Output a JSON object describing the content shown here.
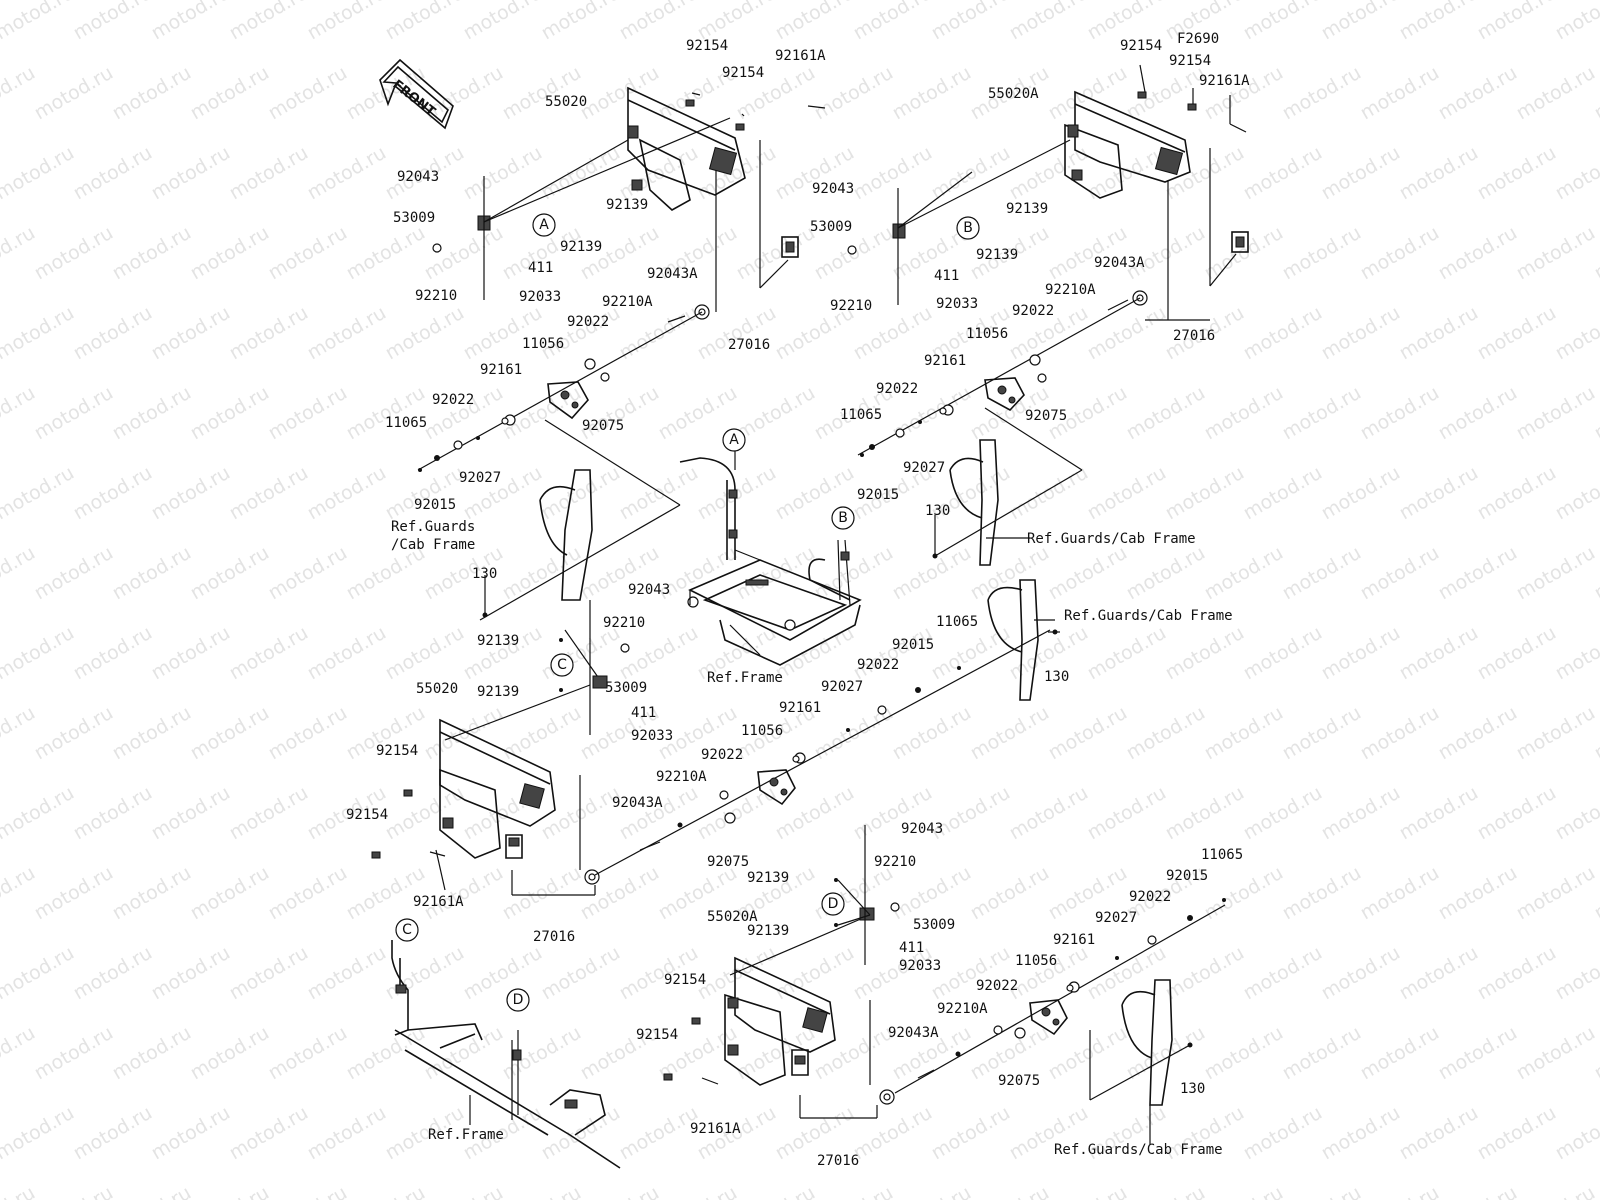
{
  "figure_id": "F2690",
  "front_label": "FRONT",
  "watermark": "motod.ru",
  "circle_labels": [
    "A",
    "B",
    "C",
    "D",
    "A",
    "B",
    "C",
    "D"
  ],
  "part_labels": [
    "92154",
    "92161A",
    "55020",
    "92154",
    "92043",
    "53009",
    "92139",
    "92139",
    "411",
    "92210",
    "92033",
    "92043A",
    "92210A",
    "92022",
    "27016",
    "11056",
    "92161",
    "92022",
    "92075",
    "11065",
    "92027",
    "92015",
    "Ref.Guards",
    "/Cab Frame",
    "130",
    "92154",
    "92154",
    "92161A",
    "55020A",
    "92043",
    "92139",
    "53009",
    "92139",
    "411",
    "92210",
    "92033",
    "92043A",
    "92210A",
    "92022",
    "27016",
    "11056",
    "92161",
    "92022",
    "11065",
    "92075",
    "92027",
    "92015",
    "130",
    "Ref.Guards/Cab Frame",
    "Ref.Frame",
    "92043",
    "92210",
    "92139",
    "53009",
    "92139",
    "411",
    "92033",
    "55020",
    "92154",
    "92154",
    "92161A",
    "92210A",
    "92043A",
    "92022",
    "92075",
    "27016",
    "11056",
    "92161",
    "92027",
    "92022",
    "92015",
    "11065",
    "Ref.Guards/Cab Frame",
    "130",
    "92043",
    "92210",
    "92139",
    "53009",
    "92139",
    "55020A",
    "411",
    "92033",
    "92154",
    "92154",
    "92161A",
    "92043A",
    "92210A",
    "92022",
    "92075",
    "27016",
    "11056",
    "92161",
    "92027",
    "92022",
    "92015",
    "11065",
    "130",
    "Ref.Guards/Cab Frame",
    "Ref.Frame"
  ]
}
